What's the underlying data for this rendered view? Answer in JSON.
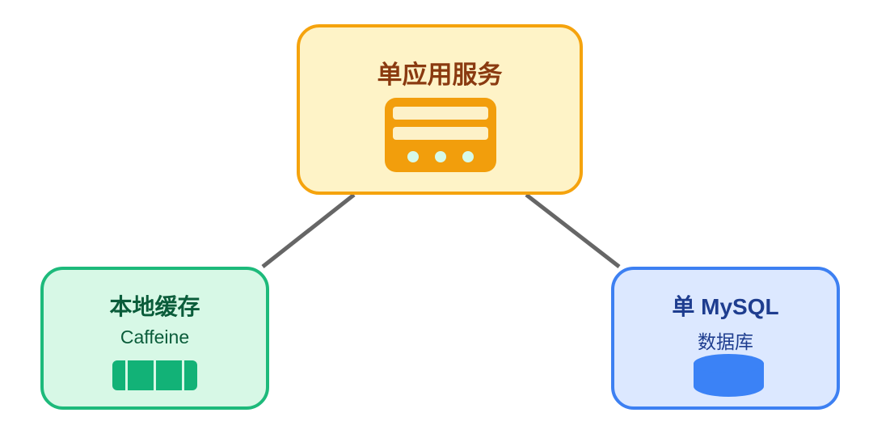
{
  "colors": {
    "connector": "#666666",
    "app_fill": "#fef3c7",
    "app_border": "#f5a30d",
    "app_text": "#8a3a10",
    "app_icon": "#f29e0c",
    "app_icon_light": "#fdf1c8",
    "app_icon_dot": "#d6fae9",
    "cache_fill": "#d7f8e6",
    "cache_border": "#1dba7b",
    "cache_text": "#0a5c3a",
    "cache_icon": "#12b277",
    "db_fill": "#dce8ff",
    "db_border": "#3d80f2",
    "db_text": "#1e3d8f",
    "db_icon": "#3b82f6"
  },
  "app_node": {
    "title": "单应用服务",
    "icon": "server-icon"
  },
  "cache_node": {
    "title": "本地缓存",
    "subtitle": "Caffeine",
    "icon": "cache-bar-icon"
  },
  "db_node": {
    "title": "单 MySQL",
    "subtitle": "数据库",
    "icon": "database-cylinder-icon"
  }
}
